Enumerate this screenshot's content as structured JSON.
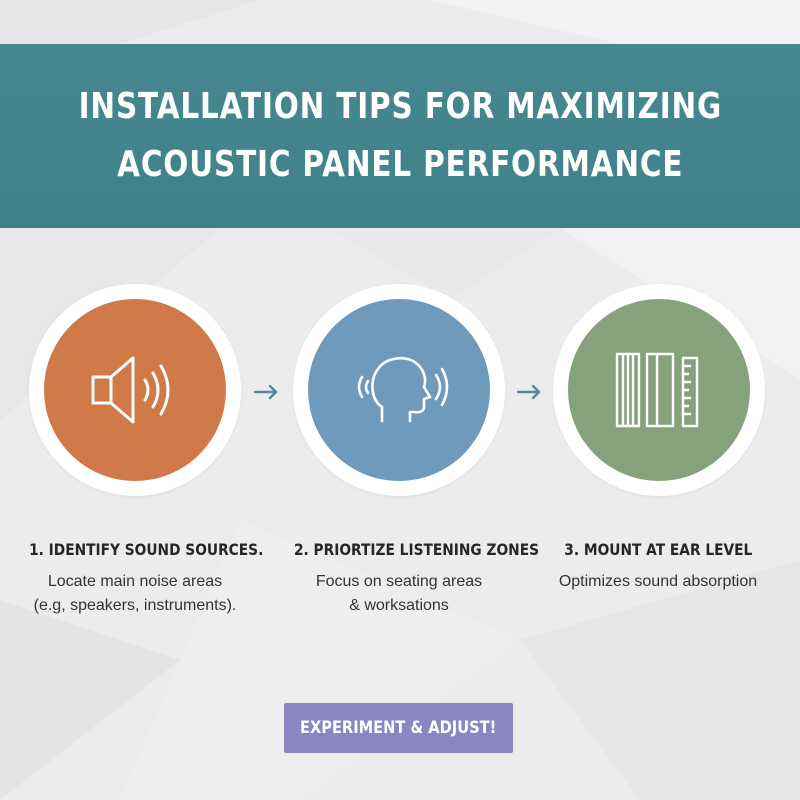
{
  "header": {
    "title_line1": "INSTALLATION TIPS FOR MAXIMIZING",
    "title_line2": "ACOUSTIC PANEL PERFORMANCE",
    "color": "#478890"
  },
  "steps": [
    {
      "title": "1. IDENTIFY SOUND SOURCES.",
      "desc_line1": "Locate main noise areas",
      "desc_line2": "(e.g, speakers, instruments).",
      "icon": "speaker-icon",
      "color": "#d07a4a"
    },
    {
      "title": "2. PRIORTIZE LISTENING ZONES",
      "desc_line1": "Focus on seating areas",
      "desc_line2": "& worksations",
      "icon": "head-listening-icon",
      "color": "#6f9abb"
    },
    {
      "title": "3. MOUNT AT EAR LEVEL",
      "desc_line1": "Optimizes sound absorption",
      "desc_line2": "",
      "icon": "panels-ruler-icon",
      "color": "#85a27c"
    }
  ],
  "cta": {
    "label": "EXPERIMENT & ADJUST!",
    "color": "#8b86c3"
  },
  "arrow_icon": "arrow-right-icon",
  "arrow_color": "#4f8c97"
}
